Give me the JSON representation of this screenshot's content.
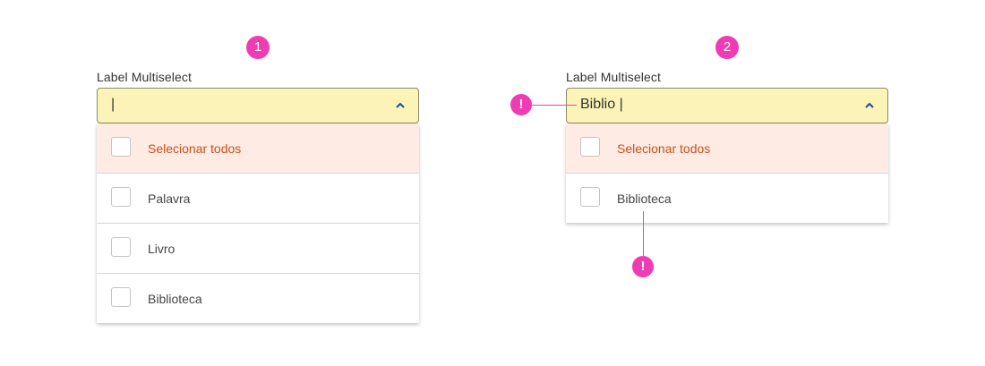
{
  "colors": {
    "pink": "#f03cb4",
    "field_bg": "#fbf4b6",
    "highlight_bg": "#fdebe4",
    "accent": "#c9501c",
    "chevron": "#1f4aa0"
  },
  "icons": {
    "chevron": "chevron-up-icon",
    "alert": "exclamation-icon"
  },
  "left": {
    "step": "1",
    "label": "Label Multiselect",
    "value": "|",
    "options": [
      "Selecionar todos",
      "Palavra",
      "Livro",
      "Biblioteca"
    ]
  },
  "right": {
    "step": "2",
    "label": "Label Multiselect",
    "value": "Biblio |",
    "options": [
      "Selecionar todos",
      "Biblioteca"
    ],
    "alert_symbol": "!"
  }
}
